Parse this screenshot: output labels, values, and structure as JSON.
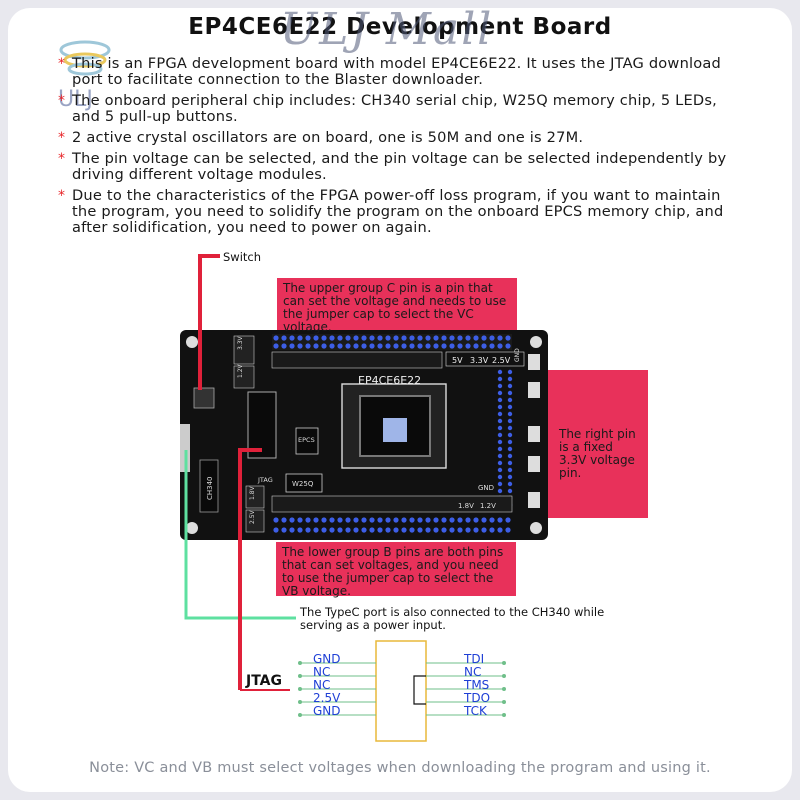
{
  "header": {
    "title": "EP4CE6E22 Development Board",
    "watermark": "ULJ Mall",
    "logo_text": "ULJ"
  },
  "bullets": [
    "This is an FPGA development board with model EP4CE6E22. It uses the JTAG download port to facilitate connection to the Blaster downloader.",
    "The onboard peripheral chip includes: CH340 serial chip, W25Q memory chip, 5 LEDs, and 5 pull-up buttons.",
    "2 active crystal oscillators are on board, one is 50M and one is 27M.",
    "The pin voltage can be selected, and the pin voltage can be selected independently by driving different voltage modules.",
    "Due to the characteristics of the FPGA power-off loss program, if you want to maintain the program, you need to solidify the program on the onboard EPCS memory chip, and after solidification, you need to power on again."
  ],
  "callouts": {
    "upper": "The upper group C pin is a pin that can set the voltage and needs to use the jumper cap to select the VC voltage.",
    "right": "The right pin is a fixed 3.3V voltage pin.",
    "lower": "The lower group B pins are both pins that can set voltages, and you need to use the jumper cap to select the VB voltage."
  },
  "labels": {
    "switch": "Switch",
    "typec": "The TypeC port is also connected to the CH340 while serving as a power input.",
    "jtag": "JTAG"
  },
  "board": {
    "chip": "EP4CE6E22",
    "ch340": "CH340",
    "epcs": "EPCS",
    "w25q": "W25Q",
    "jtag_silk": "JTAG",
    "v5": "5V",
    "v33": "3.3V",
    "v25": "2.5V",
    "gnd": "GND",
    "v18": "1.8V",
    "v12": "1.2V",
    "v33b": "3.3V",
    "v12b": "1.2V",
    "v18b": "1.8V",
    "v25b": "2.5V"
  },
  "jtag_pins": {
    "left": [
      "GND",
      "NC",
      "NC",
      "2.5V",
      "GND"
    ],
    "right": [
      "TDI",
      "NC",
      "TMS",
      "TDO",
      "TCK"
    ]
  },
  "footer": {
    "note": "Note: VC and VB must select voltages when downloading the program and using it."
  },
  "colors": {
    "callout": "#e8315a",
    "pcb": "#111111",
    "switch_line": "#e0213a",
    "typec_line": "#5ee0a0",
    "pin_text": "#1f3fd6",
    "jtag_box": "#e8b93a"
  }
}
